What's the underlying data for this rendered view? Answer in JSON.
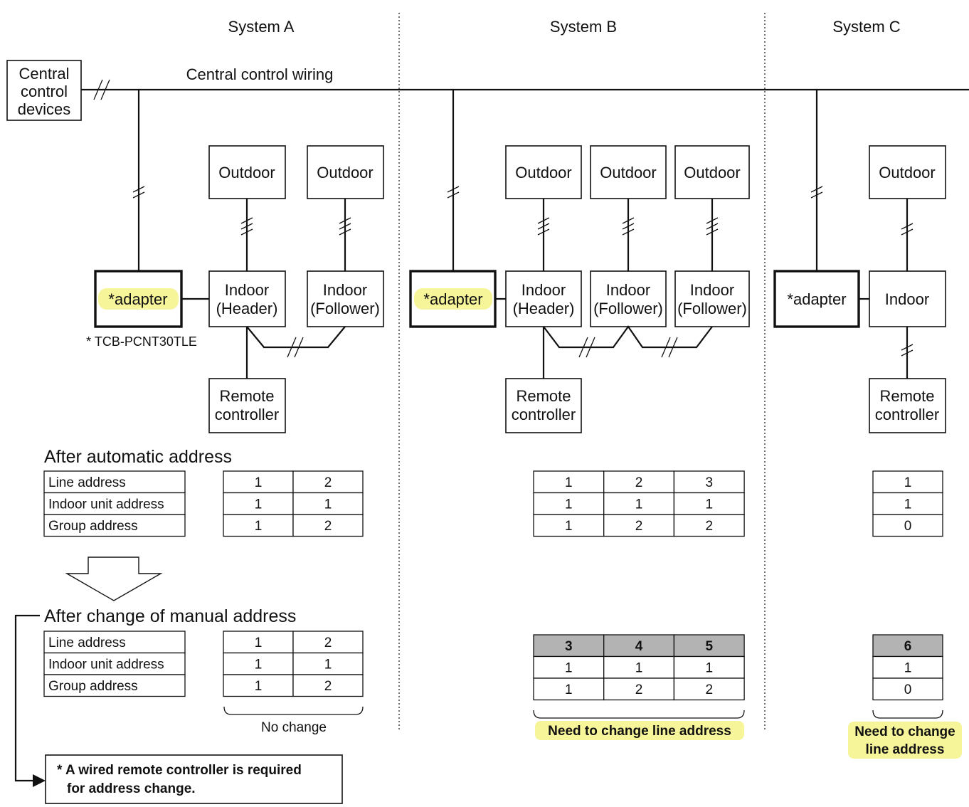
{
  "systems": {
    "a": "System A",
    "b": "System B",
    "c": "System C"
  },
  "central": {
    "box": [
      "Central",
      "control",
      "devices"
    ],
    "wiring": "Central control wiring"
  },
  "units": {
    "outdoor": "Outdoor",
    "indoor": "Indoor",
    "header": "(Header)",
    "follower": "(Follower)",
    "adapter": "*adapter",
    "remote": [
      "Remote",
      "controller"
    ]
  },
  "adapter_note": "* TCB-PCNT30TLE",
  "section_auto": "After automatic address",
  "section_manual": "After change of manual address",
  "row_labels": [
    "Line address",
    "Indoor unit address",
    "Group address"
  ],
  "tables": {
    "a_auto": [
      [
        "1",
        "2"
      ],
      [
        "1",
        "1"
      ],
      [
        "1",
        "2"
      ]
    ],
    "b_auto": [
      [
        "1",
        "2",
        "3"
      ],
      [
        "1",
        "1",
        "1"
      ],
      [
        "1",
        "2",
        "2"
      ]
    ],
    "c_auto": [
      [
        "1"
      ],
      [
        "1"
      ],
      [
        "0"
      ]
    ],
    "a_manual": [
      [
        "1",
        "2"
      ],
      [
        "1",
        "1"
      ],
      [
        "1",
        "2"
      ]
    ],
    "b_manual": [
      [
        "3",
        "4",
        "5"
      ],
      [
        "1",
        "1",
        "1"
      ],
      [
        "1",
        "2",
        "2"
      ]
    ],
    "c_manual": [
      [
        "6"
      ],
      [
        "1"
      ],
      [
        "0"
      ]
    ]
  },
  "notes": {
    "no_change": "No change",
    "need_change_b": "Need to change line address",
    "need_change_c": [
      "Need to change",
      "line address"
    ],
    "wired_remote": [
      "* A wired remote controller is required",
      "for address change."
    ]
  },
  "colors": {
    "highlight": "#f7f59a",
    "changed_cell": "#b3b3b3"
  }
}
